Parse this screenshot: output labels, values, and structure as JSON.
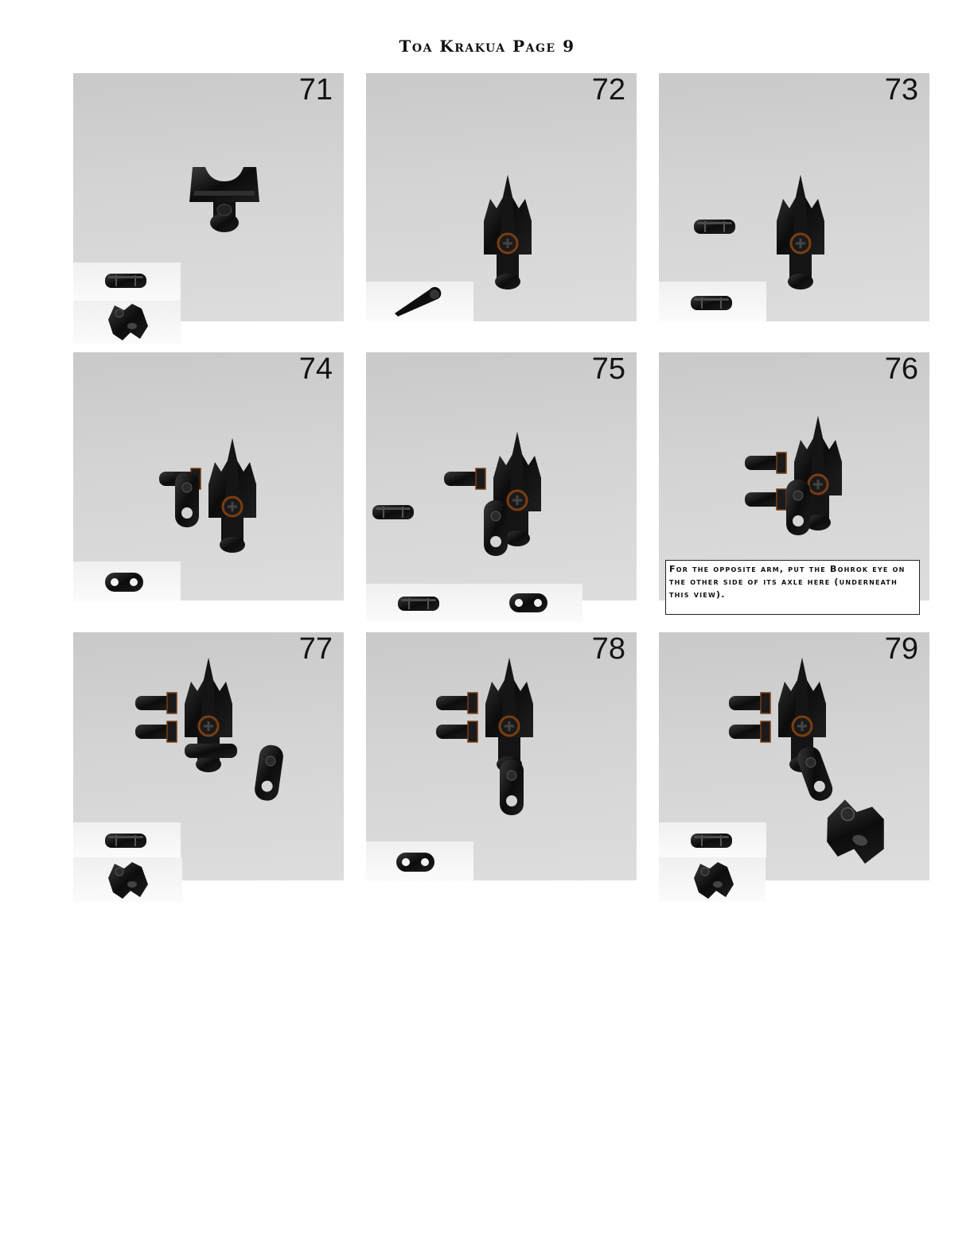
{
  "title": "Toa Krakua Page 9",
  "steps": [
    {
      "number": "71",
      "insets": [
        "pin-icon",
        "bohrok-eye-icon"
      ]
    },
    {
      "number": "72",
      "insets": [
        "tooth-icon"
      ]
    },
    {
      "number": "73",
      "insets": [
        "pin-icon"
      ]
    },
    {
      "number": "74",
      "insets": [
        "liftarm-icon"
      ]
    },
    {
      "number": "75",
      "insets": [
        "pin-icon",
        "liftarm-icon"
      ]
    },
    {
      "number": "76",
      "insets": []
    },
    {
      "number": "77",
      "insets": [
        "pin-icon",
        "bohrok-eye-icon"
      ]
    },
    {
      "number": "78",
      "insets": [
        "liftarm-icon"
      ]
    },
    {
      "number": "79",
      "insets": [
        "pin-icon",
        "bohrok-eye-icon"
      ]
    }
  ],
  "note": "For the opposite arm, put the Bohrok eye on the other side of its axle here (underneath this view).",
  "colors": {
    "background": "#ffffff",
    "photo_background": "#d2d2d2",
    "part_color": "#0d0d0d",
    "accent_copper": "#7a3d12"
  }
}
